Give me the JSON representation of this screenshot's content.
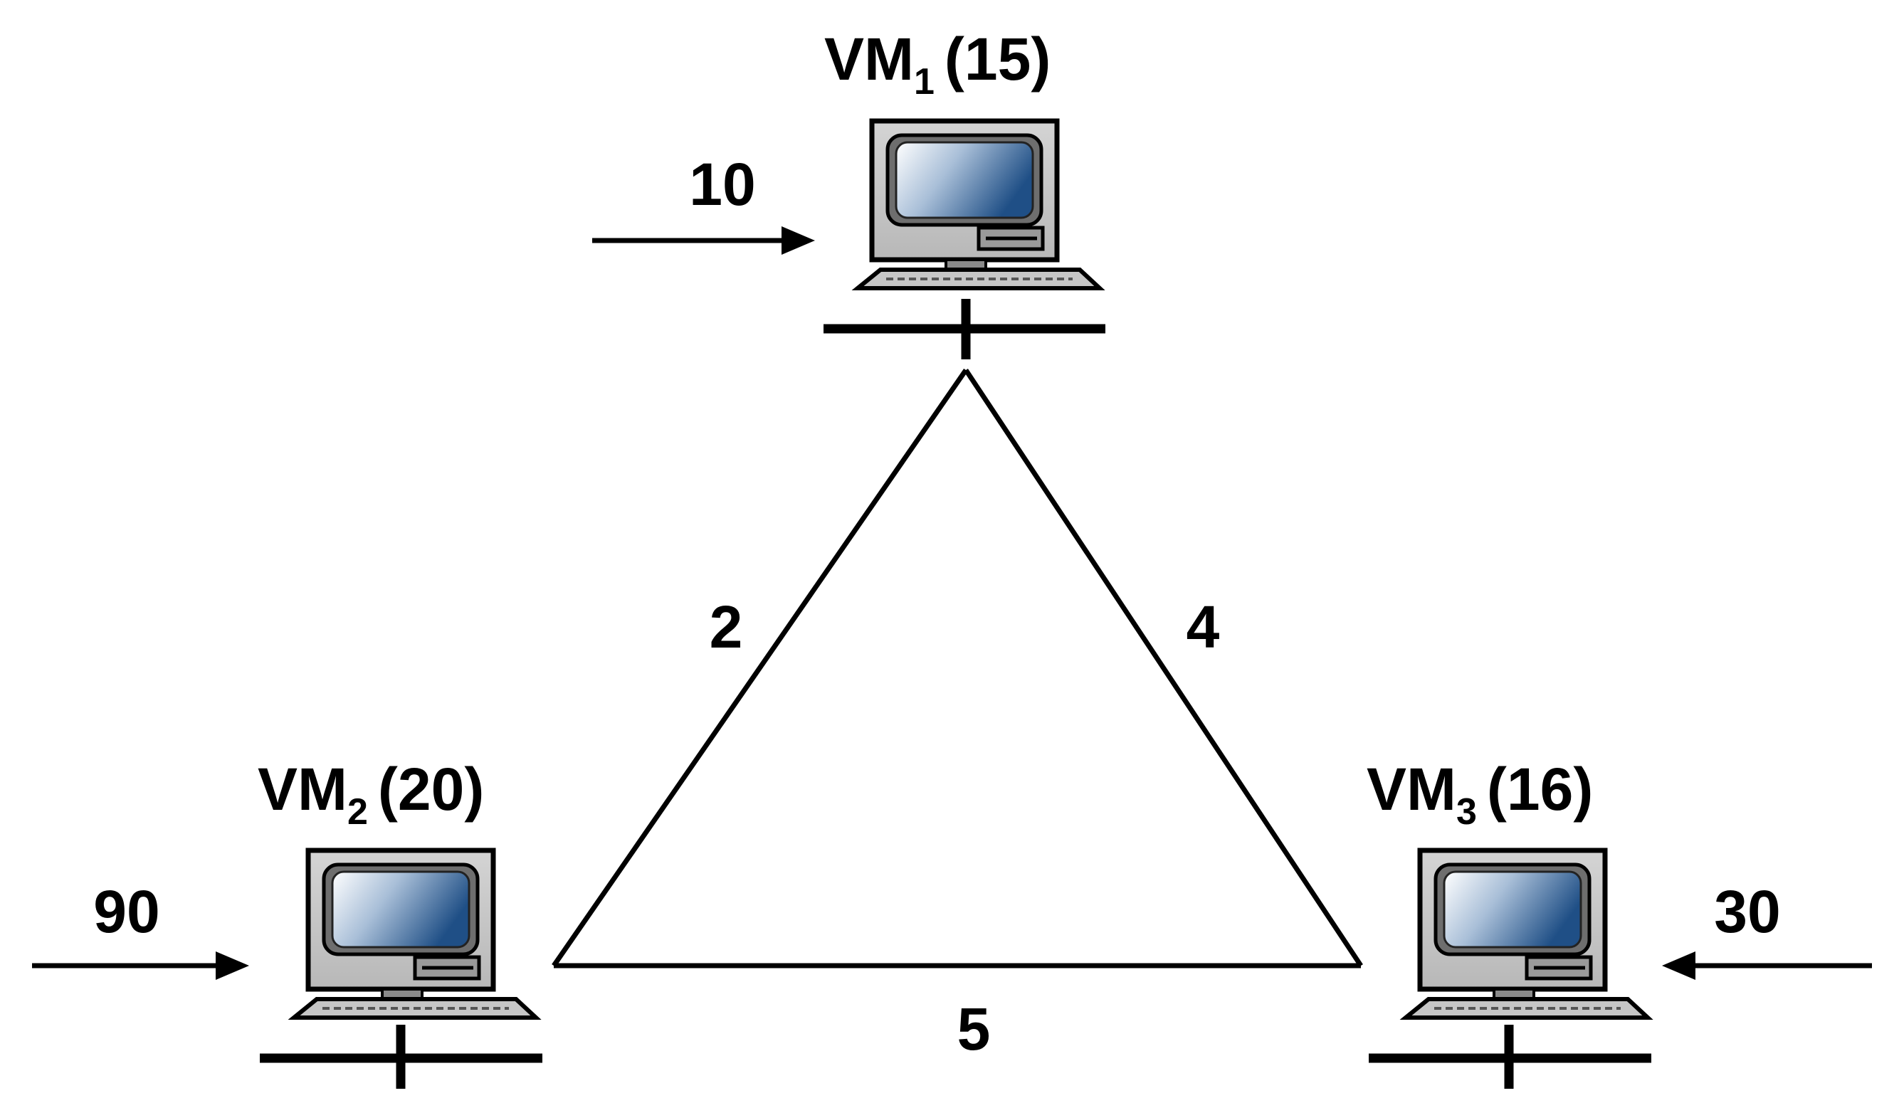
{
  "nodes": [
    {
      "id": "vm1",
      "name": "VM",
      "subscript": "1",
      "capacity": "(15)",
      "icon": "computer-icon"
    },
    {
      "id": "vm2",
      "name": "VM",
      "subscript": "2",
      "capacity": "(20)",
      "icon": "computer-icon"
    },
    {
      "id": "vm3",
      "name": "VM",
      "subscript": "3",
      "capacity": "(16)",
      "icon": "computer-icon"
    }
  ],
  "edges": [
    {
      "from": "vm1",
      "to": "vm2",
      "weight": "2"
    },
    {
      "from": "vm1",
      "to": "vm3",
      "weight": "4"
    },
    {
      "from": "vm2",
      "to": "vm3",
      "weight": "5"
    }
  ],
  "inputs": [
    {
      "node": "vm1",
      "value": "10",
      "direction": "right"
    },
    {
      "node": "vm2",
      "value": "90",
      "direction": "right"
    },
    {
      "node": "vm3",
      "value": "30",
      "direction": "left"
    }
  ],
  "colors": {
    "line": "#000000",
    "monitor_case": "#c9c9c9",
    "screen_dark": "#1f4f86",
    "screen_light": "#ffffff"
  }
}
